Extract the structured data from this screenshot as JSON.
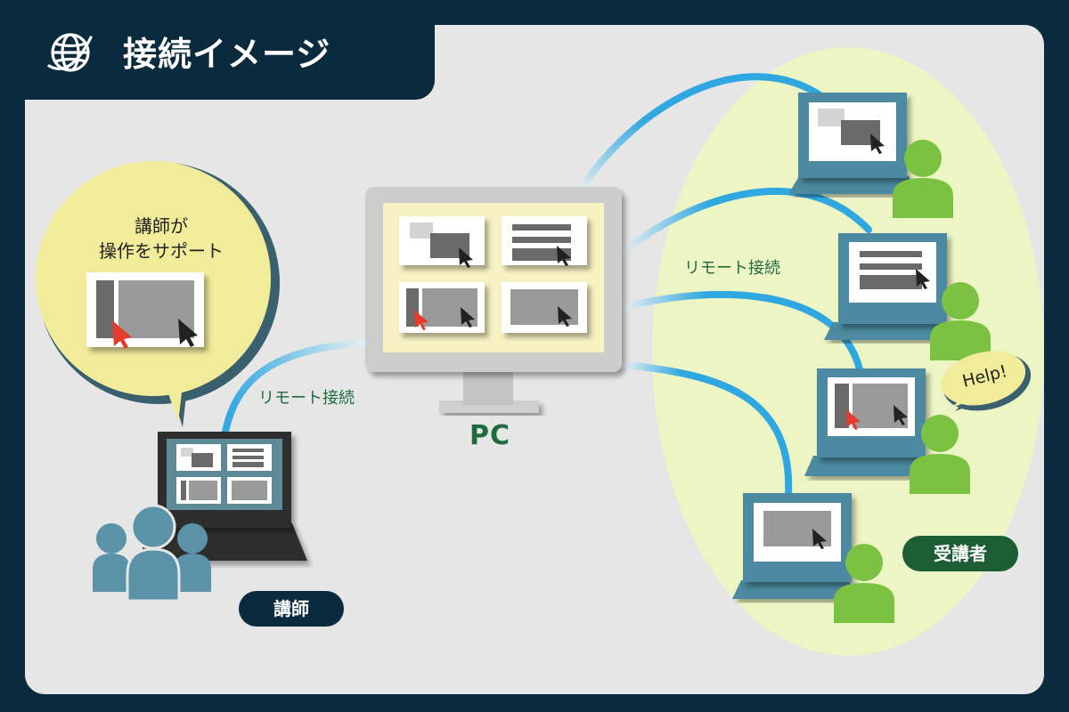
{
  "header": {
    "title": "接続イメージ",
    "icon": "globe-icon"
  },
  "labels": {
    "remote_connection_left": "リモート接続",
    "remote_connection_right": "リモート接続",
    "pc": "PC",
    "teacher": "講師",
    "students": "受講者",
    "help": "Help!"
  },
  "speech_bubble": {
    "line1": "講師が",
    "line2": "操作をサポート"
  },
  "colors": {
    "navy": "#0a2a3d",
    "panel": "#e6e6e6",
    "cable": "#2fa7e0",
    "student_ellipse": "#eef5c4",
    "student_figure": "#7cc242",
    "teacher_figure": "#5a93a8",
    "laptop_teal": "#4b8aa0",
    "label_green": "#1f6b3e",
    "bubble_yellow": "#f0ec9a",
    "cursor_red": "#e53b2c"
  }
}
